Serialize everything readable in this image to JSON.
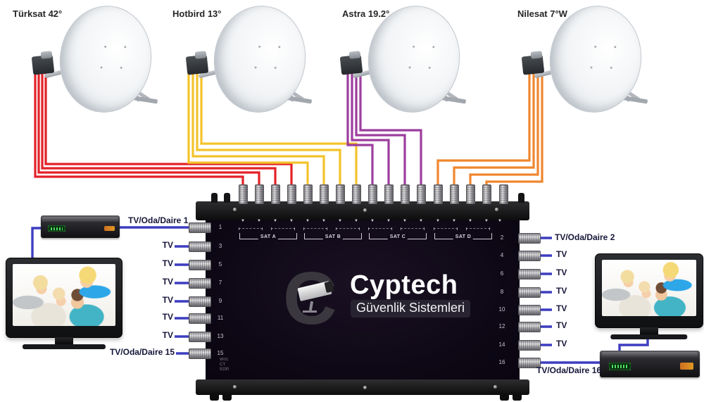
{
  "dishes": [
    {
      "label": "Türksat 42°",
      "cable": "red",
      "cable_color": "#e32128"
    },
    {
      "label": "Hotbird 13°",
      "cable": "yellow",
      "cable_color": "#f3c32b"
    },
    {
      "label": "Astra 19.2°",
      "cable": "purple",
      "cable_color": "#9c3d9e"
    },
    {
      "label": "Nilesat 7°W",
      "cable": "orange",
      "cable_color": "#f0862e"
    }
  ],
  "multiswitch": {
    "brand": "Cyptech",
    "brand_initial": "C",
    "subtitle": "Güvenlik Sistemleri",
    "model_line1": "W01",
    "model_line2": "CY 9190",
    "sat_groups": [
      "SAT A",
      "SAT B",
      "SAT C",
      "SAT D"
    ],
    "left_ports": [
      {
        "number": "1",
        "label": "TV/Oda/Daire 1"
      },
      {
        "number": "3",
        "label": "TV"
      },
      {
        "number": "5",
        "label": "TV"
      },
      {
        "number": "7",
        "label": "TV"
      },
      {
        "number": "9",
        "label": "TV"
      },
      {
        "number": "11",
        "label": "TV"
      },
      {
        "number": "13",
        "label": "TV"
      },
      {
        "number": "15",
        "label": "TV/Oda/Daire 15"
      }
    ],
    "right_ports": [
      {
        "number": "2",
        "label": "TV/Oda/Daire 2"
      },
      {
        "number": "4",
        "label": "TV"
      },
      {
        "number": "6",
        "label": "TV"
      },
      {
        "number": "8",
        "label": "TV"
      },
      {
        "number": "10",
        "label": "TV"
      },
      {
        "number": "12",
        "label": "TV"
      },
      {
        "number": "14",
        "label": "TV"
      },
      {
        "number": "16",
        "label": "TV/Oda/Daire 16"
      }
    ]
  },
  "wire_color": "#3d3dc0"
}
